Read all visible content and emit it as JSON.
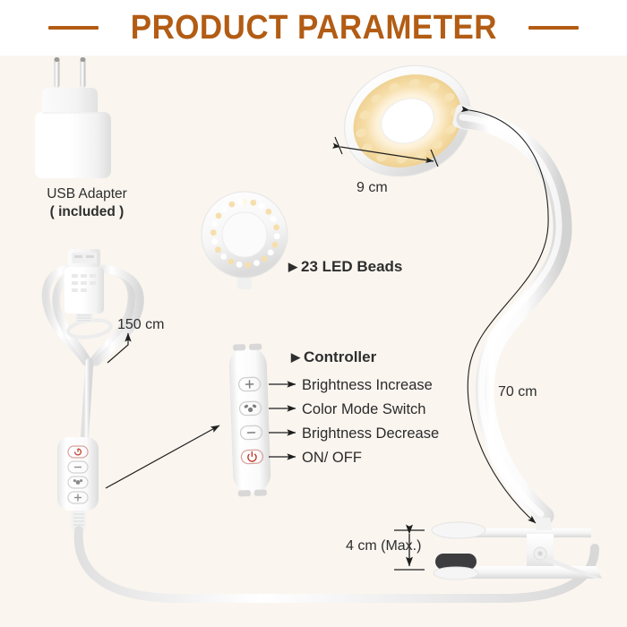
{
  "header": {
    "title": "PRODUCT PARAMETER",
    "accent_color": "#b25c14",
    "rule_left": "decorative-rule-left",
    "rule_right": "decorative-rule-right"
  },
  "background": {
    "page": "#ffffff",
    "body": "#faf5ef"
  },
  "usb_adapter": {
    "label": "USB Adapter",
    "included": "( included )"
  },
  "dimensions": {
    "lamp_head_width": "9 cm",
    "cable_length": "150 cm",
    "gooseneck_length": "70 cm",
    "clamp_opening": "4 cm (Max.)"
  },
  "led": {
    "marker": "▶",
    "label": "23 LED Beads",
    "count": 23
  },
  "controller": {
    "marker": "▶",
    "title": "Controller",
    "buttons": [
      {
        "icon": "plus-icon",
        "symbol": "+",
        "label": "Brightness Increase",
        "color": "#6b6b6b"
      },
      {
        "icon": "color-mode-icon",
        "symbol": "",
        "label": "Color Mode Switch",
        "color": "#6b6b6b"
      },
      {
        "icon": "minus-icon",
        "symbol": "−",
        "label": "Brightness Decrease",
        "color": "#6b6b6b"
      },
      {
        "icon": "power-icon",
        "symbol": "⏻",
        "label": "ON/ OFF",
        "color": "#c0392b"
      }
    ]
  },
  "colors": {
    "lamp_glow_outer": "#f2d49a",
    "lamp_glow_inner": "#fbeccd",
    "body_white": "#ffffff",
    "shade_grey": "#e3e3e3",
    "clamp_pad": "#3d3d3f",
    "line": "#2b2b2b"
  }
}
